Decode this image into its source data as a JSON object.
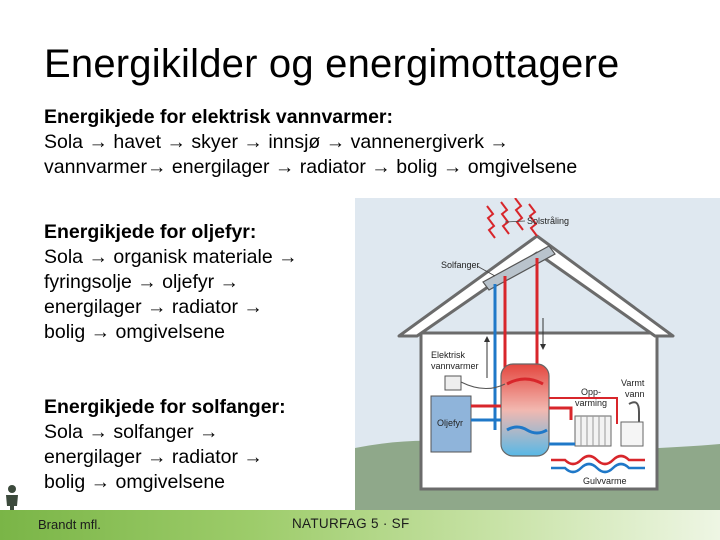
{
  "title": "Energikilder og energimottagere",
  "sections": [
    {
      "heading": "Energikjede for elektrisk vannvarmer:",
      "lines": [
        "Sola → havet → skyer → innsjø → vannenergiverk →",
        "vannvarmer→ energilager → radiator → bolig → omgivelsene"
      ]
    },
    {
      "heading": "Energikjede for oljefyr:",
      "lines": [
        "Sola → organisk materiale →",
        "fyringsolje → oljefyr →",
        "energilager → radiator →",
        "bolig → omgivelsene"
      ]
    },
    {
      "heading": "Energikjede for solfanger:",
      "lines": [
        "Sola → solfanger →",
        "energilager → radiator →",
        "bolig → omgivelsene"
      ]
    }
  ],
  "diagram": {
    "labels": {
      "solstraling": "Solstråling",
      "solfanger": "Solfanger",
      "elektrisk": "Elektrisk",
      "vannvarmer": "vannvarmer",
      "oljefyr": "Oljefyr",
      "opp": "Opp-",
      "varming": "varming",
      "varmt": "Varmt",
      "vann": "vann",
      "gulvvarme": "Gulvvarme"
    },
    "colors": {
      "hot": "#d8262b",
      "cold": "#1f78c8",
      "sky": "#dfe8f0",
      "ground": "#8fa88a",
      "wall": "#6b6b6b"
    }
  },
  "footer": {
    "author": "Brandt mfl.",
    "course": "NATURFAG 5 · SF"
  }
}
